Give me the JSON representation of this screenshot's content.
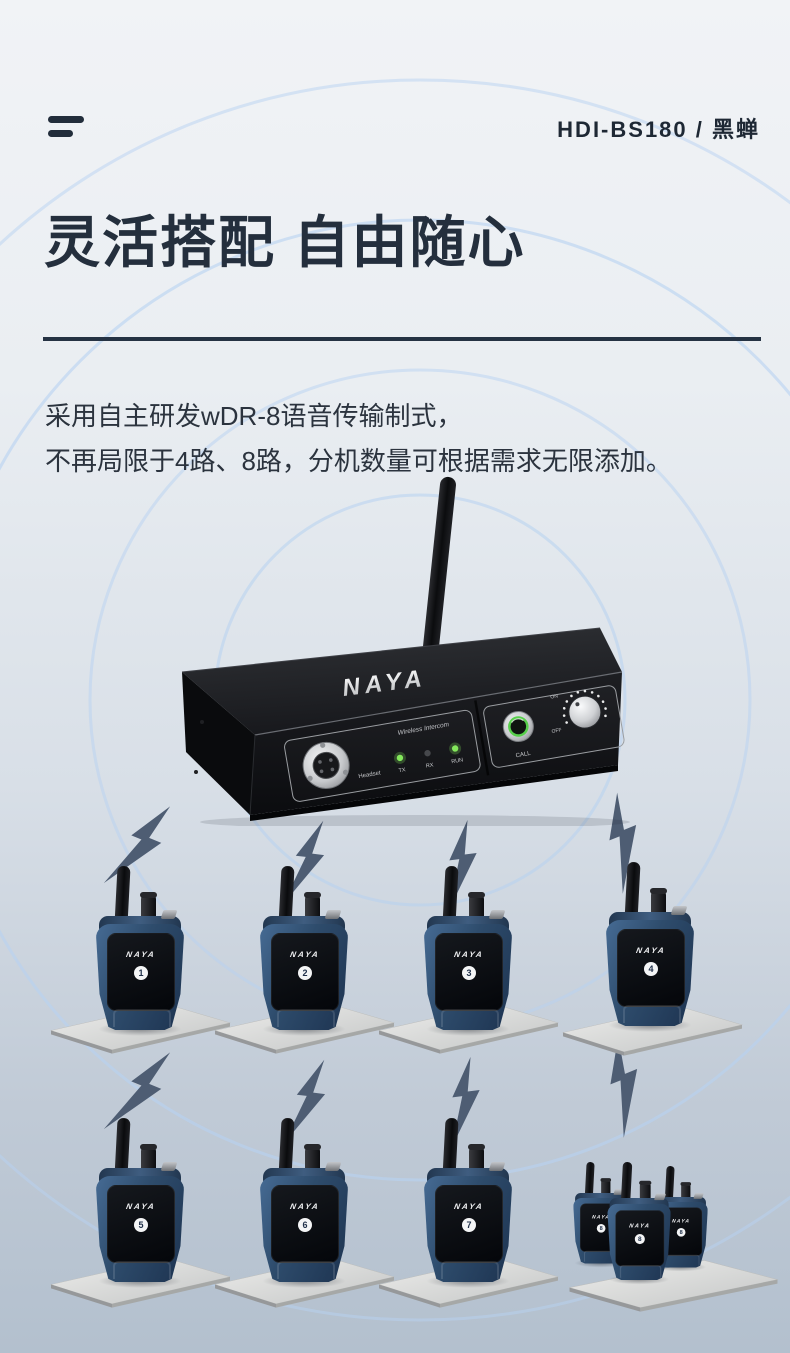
{
  "header": {
    "model": "HDI-BS180 / 黑蝉"
  },
  "hero": {
    "title": "灵活搭配 自由随心",
    "description_lines": [
      "采用自主研发wDR-8语音传输制式，",
      "不再局限于4路、8路，分机数量可根据需求无限添加。"
    ]
  },
  "base_station": {
    "brand": "NAYA",
    "panel_title": "Wireless Intercom",
    "port_label": "Headset",
    "led_labels": [
      "TX",
      "RX",
      "RUN"
    ],
    "call_button_label": "CALL",
    "knob_on_label": "ON",
    "knob_off_label": "OFF"
  },
  "beltpacks": {
    "brand": "NAYA",
    "row1_units": [
      "1",
      "2",
      "3",
      "4"
    ],
    "row2_units": [
      "5",
      "6",
      "7"
    ],
    "cluster_units": [
      "8",
      "8",
      "8"
    ]
  },
  "colors": {
    "title_text": "#242f3d",
    "divider": "#253243",
    "lightning_bolt": "#4e5d73",
    "signal_arc": "#b7d2f1",
    "beltpack_body": "#2e4a68",
    "platform_gray": "#d6d7d5",
    "led_green": "#7ee255",
    "background_top": "#f1f3f6",
    "background_bottom": "#b3c0ce"
  }
}
